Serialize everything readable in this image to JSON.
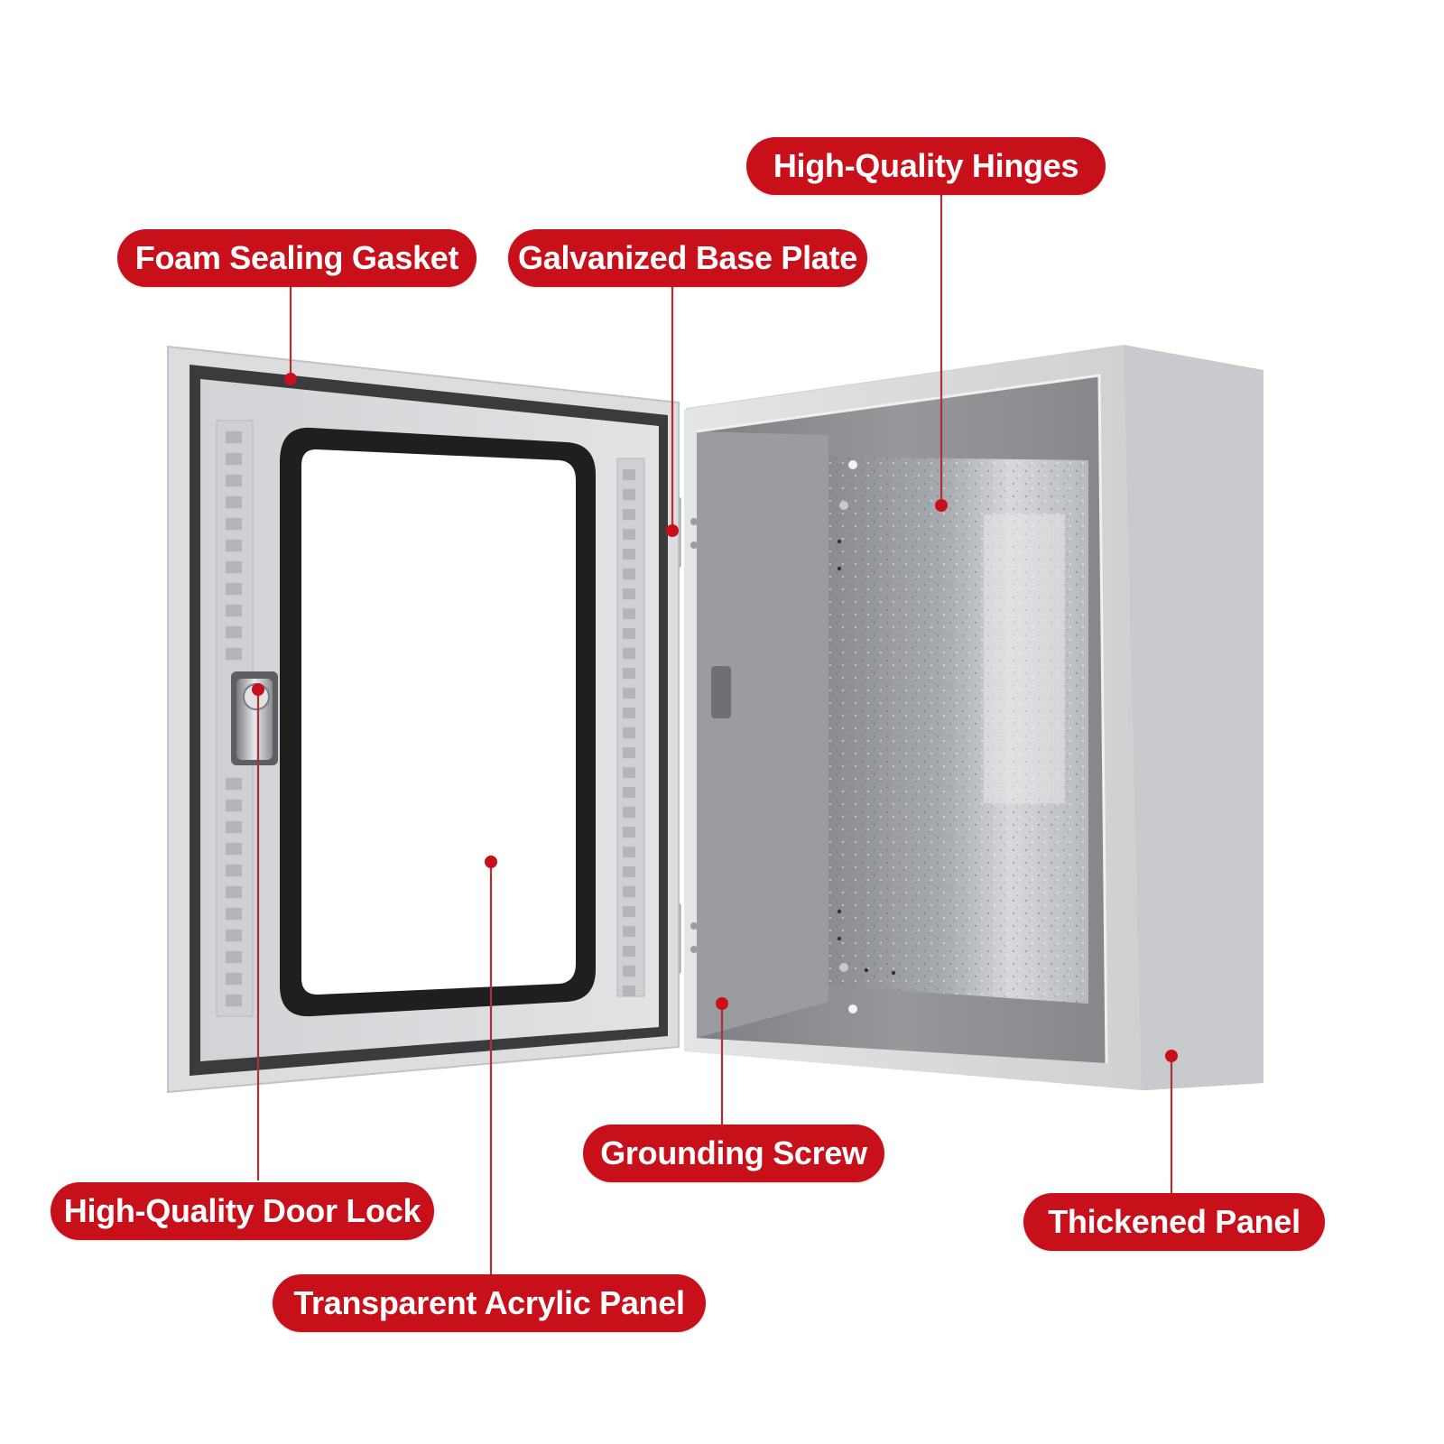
{
  "callouts": {
    "foam_gasket": "Foam Sealing Gasket",
    "base_plate": "Galvanized Base Plate",
    "hinges": "High-Quality Hinges",
    "door_lock": "High-Quality Door Lock",
    "acrylic_panel": "Transparent Acrylic Panel",
    "grounding_screw": "Grounding Screw",
    "thickened_panel": "Thickened Panel"
  },
  "colors": {
    "callout_bg": "#c8101a",
    "callout_text": "#ffffff",
    "leader_line": "#b03038",
    "marker_dot": "#c8101a",
    "enclosure_body": "#d4d5d7",
    "enclosure_interior": "#8f9194",
    "gasket": "#2a2a2a"
  },
  "icons": {
    "product": "electrical-enclosure-cabinet",
    "lock": "quarter-turn-lock-icon",
    "hinge": "hinge-icon"
  }
}
